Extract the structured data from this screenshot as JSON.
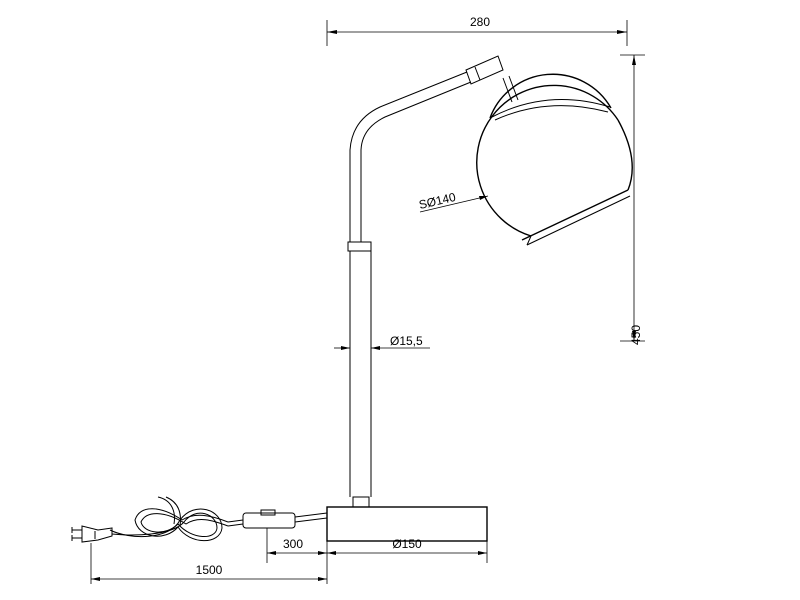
{
  "dimensions": {
    "width": "280",
    "height": "450",
    "shade_diameter": "SØ140",
    "pole_diameter": "Ø15,5",
    "base_diameter": "Ø150",
    "switch_distance": "300",
    "cable_length": "1500"
  }
}
